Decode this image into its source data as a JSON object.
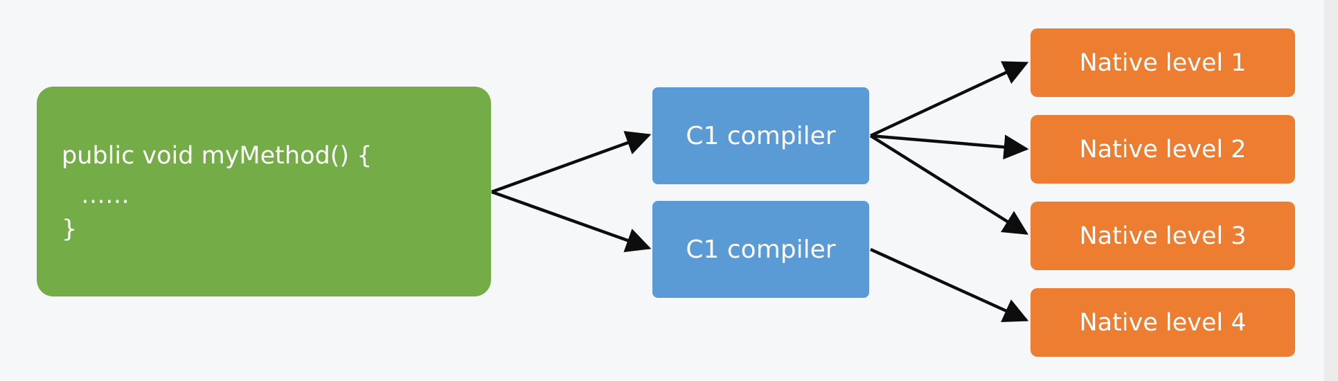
{
  "source_block": {
    "lines": [
      "public void myMethod() {",
      "……",
      "}"
    ]
  },
  "compilers": [
    {
      "label": "C1 compiler"
    },
    {
      "label": "C1 compiler"
    }
  ],
  "native_levels": [
    {
      "label": "Native level 1"
    },
    {
      "label": "Native level 2"
    },
    {
      "label": "Native level 3"
    },
    {
      "label": "Native level 4"
    }
  ],
  "colors": {
    "source": "#74ad47",
    "compiler": "#5b9bd5",
    "native": "#ed7d31",
    "arrow": "#0d0d0d",
    "background": "#f6f7f9"
  },
  "edges": [
    {
      "from": "source",
      "to": "compiler-1"
    },
    {
      "from": "source",
      "to": "compiler-2"
    },
    {
      "from": "compiler-1",
      "to": "native-level-1"
    },
    {
      "from": "compiler-1",
      "to": "native-level-2"
    },
    {
      "from": "compiler-1",
      "to": "native-level-3"
    },
    {
      "from": "compiler-2",
      "to": "native-level-4"
    }
  ]
}
